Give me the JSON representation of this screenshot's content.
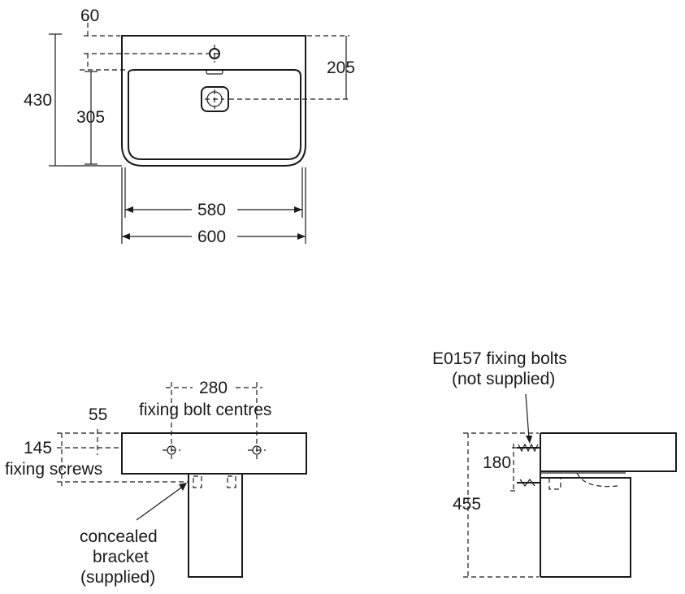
{
  "top_view": {
    "dim_tap_offset": "60",
    "dim_waste_offset": "205",
    "dim_depth": "430",
    "dim_inner_depth": "305",
    "dim_inner_width": "580",
    "dim_width": "600"
  },
  "front_view": {
    "dim_bolt_centres_value": "280",
    "dim_bolt_centres_label": "fixing bolt centres",
    "dim_screw_height_a": "55",
    "dim_screw_height_b": "145",
    "fixing_screws_label": "fixing screws",
    "bracket_note": [
      "concealed",
      "bracket",
      "(supplied)"
    ]
  },
  "side_view": {
    "bolts_note": [
      "E0157 fixing bolts",
      "(not supplied)"
    ],
    "dim_bolt_height": "180",
    "dim_total_height": "455"
  }
}
